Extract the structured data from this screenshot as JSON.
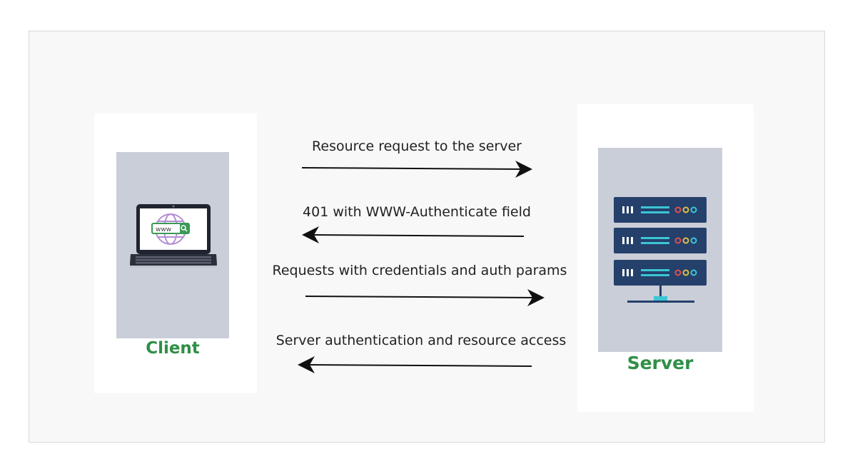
{
  "nodes": {
    "client": {
      "label": "Client",
      "icon": "laptop-icon",
      "screen_text": "www"
    },
    "server": {
      "label": "Server",
      "icon": "server-rack-icon"
    }
  },
  "messages": [
    {
      "text": "Resource request to the server",
      "direction": "client-to-server"
    },
    {
      "text": "401 with WWW-Authenticate field",
      "direction": "server-to-client"
    },
    {
      "text": "Requests with credentials and auth params",
      "direction": "client-to-server"
    },
    {
      "text": "Server authentication and resource access",
      "direction": "server-to-client"
    }
  ],
  "colors": {
    "label_green": "#2f8f46",
    "panel": "#c9ced8",
    "server_unit": "#24406b",
    "accent_cyan": "#3cc6d6"
  }
}
